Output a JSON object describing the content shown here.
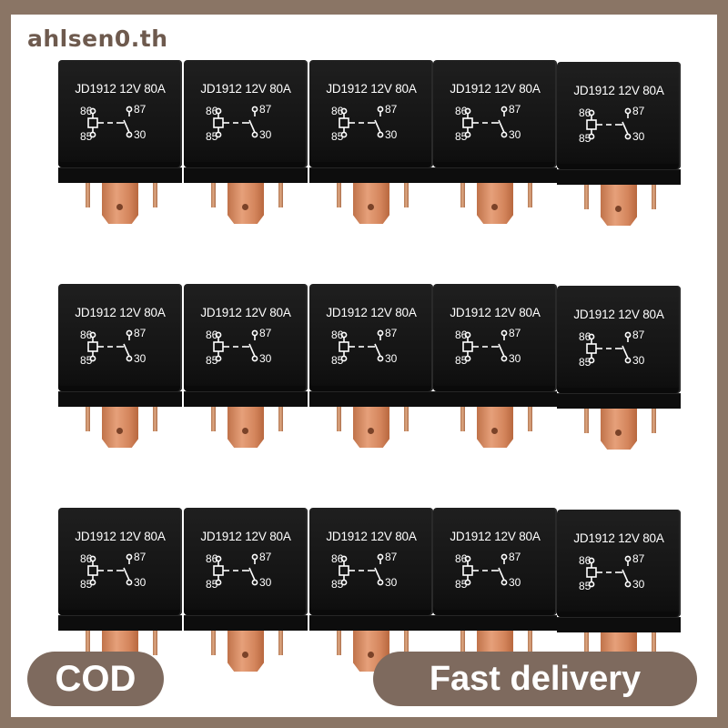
{
  "watermark": "ahlsen0.th",
  "relay": {
    "label": "JD1912 12V 80A",
    "pins": {
      "p86": "86",
      "p85": "85",
      "p87": "87",
      "p30": "30"
    }
  },
  "badges": {
    "cod": "COD",
    "delivery": "Fast delivery"
  },
  "colors": {
    "border": "#8a7565",
    "badge": "#7e6a5e",
    "relay_body": "#1a1a1a",
    "copper": "#d8906a"
  }
}
